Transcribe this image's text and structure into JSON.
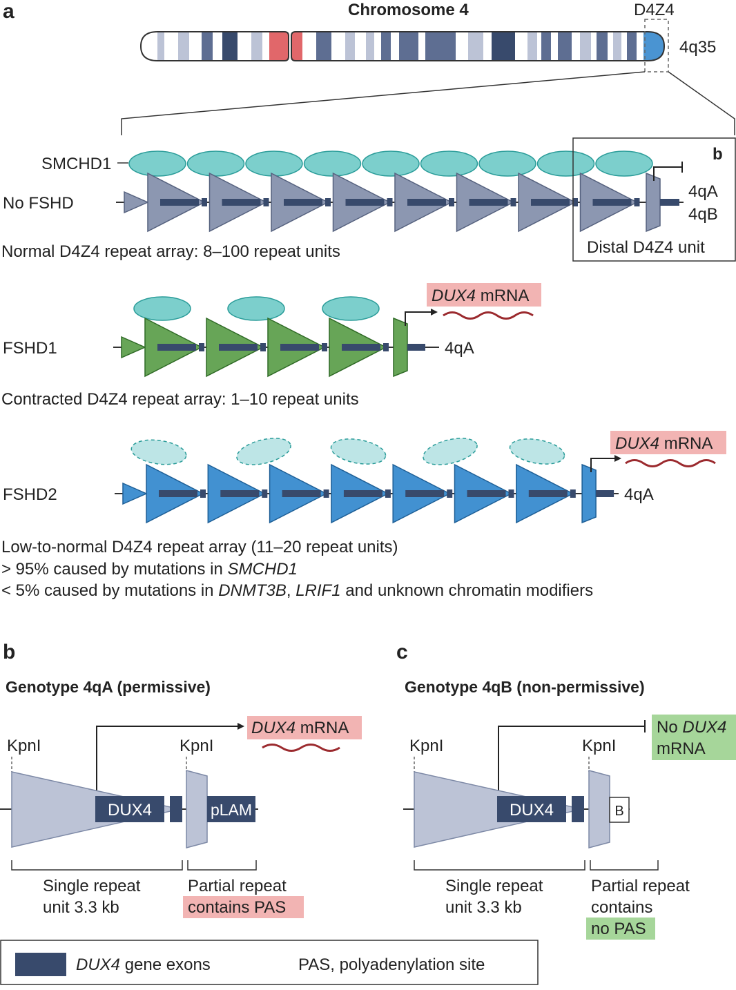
{
  "panels": {
    "a": "a",
    "b": "b",
    "c": "c"
  },
  "chromosome": {
    "title": "Chromosome 4",
    "locus": "D4Z4",
    "band": "4q35"
  },
  "rows": {
    "no_fshd": {
      "smchd1_label": "SMCHD1",
      "row_label": "No FSHD",
      "caption": "Normal D4Z4 repeat array: 8–100 repeat units",
      "haplotype_a": "4qA",
      "haplotype_b": "4qB",
      "inset_label": "b",
      "distal_label": "Distal D4Z4 unit"
    },
    "fshd1": {
      "row_label": "FSHD1",
      "mrna_gene": "DUX4",
      "mrna_suffix": " mRNA",
      "haplotype": "4qA",
      "caption": "Contracted D4Z4 repeat array: 1–10 repeat units"
    },
    "fshd2": {
      "row_label": "FSHD2",
      "mrna_gene": "DUX4",
      "mrna_suffix": " mRNA",
      "haplotype": "4qA",
      "caption_line1": "Low-to-normal D4Z4 repeat array (11–20 repeat units)",
      "caption_line2_prefix": "> 95% caused by mutations in ",
      "caption_line2_gene": "SMCHD1",
      "caption_line3_prefix": "< 5% caused by mutations in ",
      "caption_line3_gene1": "DNMT3B",
      "caption_line3_sep": ", ",
      "caption_line3_gene2": "LRIF1",
      "caption_line3_suffix": " and unknown chromatin modifiers"
    }
  },
  "genotype_a": {
    "title": "Genotype 4qA (permissive)",
    "site1": "KpnI",
    "site2": "KpnI",
    "gene": "DUX4",
    "plam": "pLAM",
    "mrna_gene": "DUX4",
    "mrna_suffix": " mRNA",
    "unit_line1": "Single repeat",
    "unit_line2": "unit 3.3 kb",
    "partial_line1": "Partial repeat",
    "partial_line2": "contains PAS"
  },
  "genotype_b": {
    "title": "Genotype 4qB (non-permissive)",
    "site1": "KpnI",
    "site2": "KpnI",
    "gene": "DUX4",
    "b_box": "B",
    "no_mrna_prefix": "No ",
    "no_mrna_gene": "DUX4",
    "no_mrna_line2": "mRNA",
    "unit_line1": "Single repeat",
    "unit_line2": "unit 3.3 kb",
    "partial_line1": "Partial repeat",
    "partial_line2": "contains",
    "partial_line3": "no PAS"
  },
  "legend": {
    "exon_gene": "DUX4",
    "exon_suffix": " gene exons",
    "pas": "PAS, polyadenylation site"
  },
  "colors": {
    "exon": "#384a6c",
    "normal_fill": "#8c97b1",
    "normal_stroke": "#55617e",
    "fshd1_fill": "#67a557",
    "fshd1_stroke": "#2f6a26",
    "fshd2_fill": "#4291d1",
    "fshd2_stroke": "#1e5f96",
    "protein_fill": "#7ccfcc",
    "protein_stroke": "#2a9c99",
    "protein_faint_fill": "#bde5e6",
    "mrna_wave": "#9b2a2e",
    "mrna_box": "#f2b4b3",
    "no_mrna_box": "#a6d69a",
    "centromere": "#e1676a",
    "repeat_fill": "#bcc3d6",
    "repeat_stroke": "#7d89a6"
  }
}
